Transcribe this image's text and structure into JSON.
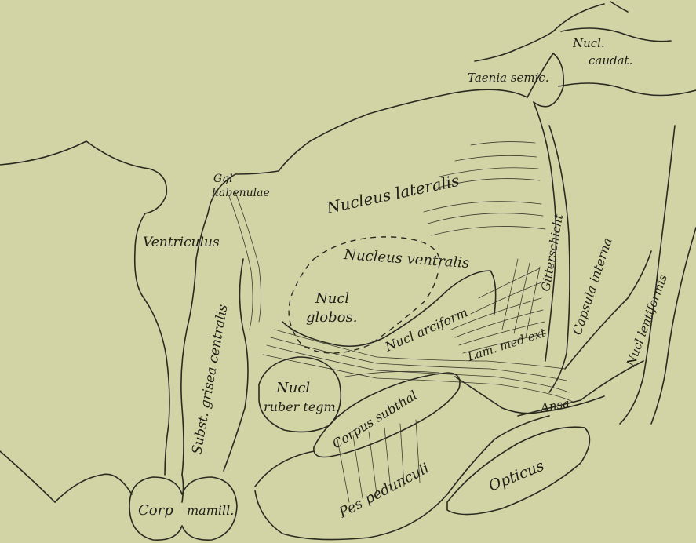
{
  "labels": {
    "taenia_semic": "Taenia semic.",
    "nucl_caudat_1": "Nucl.",
    "nucl_caudat_2": "caudat.",
    "nucleus_lateralis": "Nucleus lateralis",
    "ggl_habenulae_1": "Ggl",
    "ggl_habenulae_2": "habenulae",
    "ventriculus": "Ventriculus",
    "subst_grisea_centralis": "Subst. grisea centralis",
    "nucleus_ventralis": "Nucleus ventralis",
    "nucl_globos_1": "Nucl",
    "nucl_globos_2": "globos.",
    "gitterschicht": "Gitterschicht",
    "capsula_interna": "Capsula interna",
    "nucl_lentiformis": "Nucl lentiformis",
    "nucl_arciform": "Nucl arciform",
    "lam_med_ext": "Lam. med ext",
    "nucl_ruber_1": "Nucl",
    "nucl_ruber_2": "ruber tegm.",
    "corpus_subthal": "Corpus subthal",
    "ansa": "Ansa",
    "pes_pedunculi": "Pes pedunculi",
    "opticus": "Opticus",
    "corp": "Corp",
    "mamill": "mamill."
  }
}
